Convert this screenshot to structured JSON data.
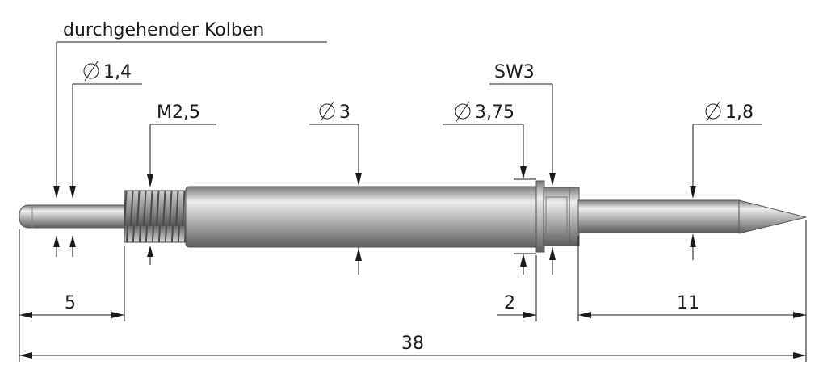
{
  "labels": {
    "piston": "durchgehender Kolben",
    "dia_tip": "1,4",
    "thread": "M2,5",
    "dia_body": "3",
    "dia_collar": "3,75",
    "wrench": "SW3",
    "dia_plunger": "1,8"
  },
  "dimensions": {
    "left_len": "5",
    "collar_len": "2",
    "plunger_len": "11",
    "total_len": "38"
  },
  "icons": {
    "diameter": "diameter-symbol-icon"
  },
  "colors": {
    "line": "#1a1a1a",
    "metal_dark": "#6e6e6e",
    "metal_light": "#eeeeee"
  }
}
